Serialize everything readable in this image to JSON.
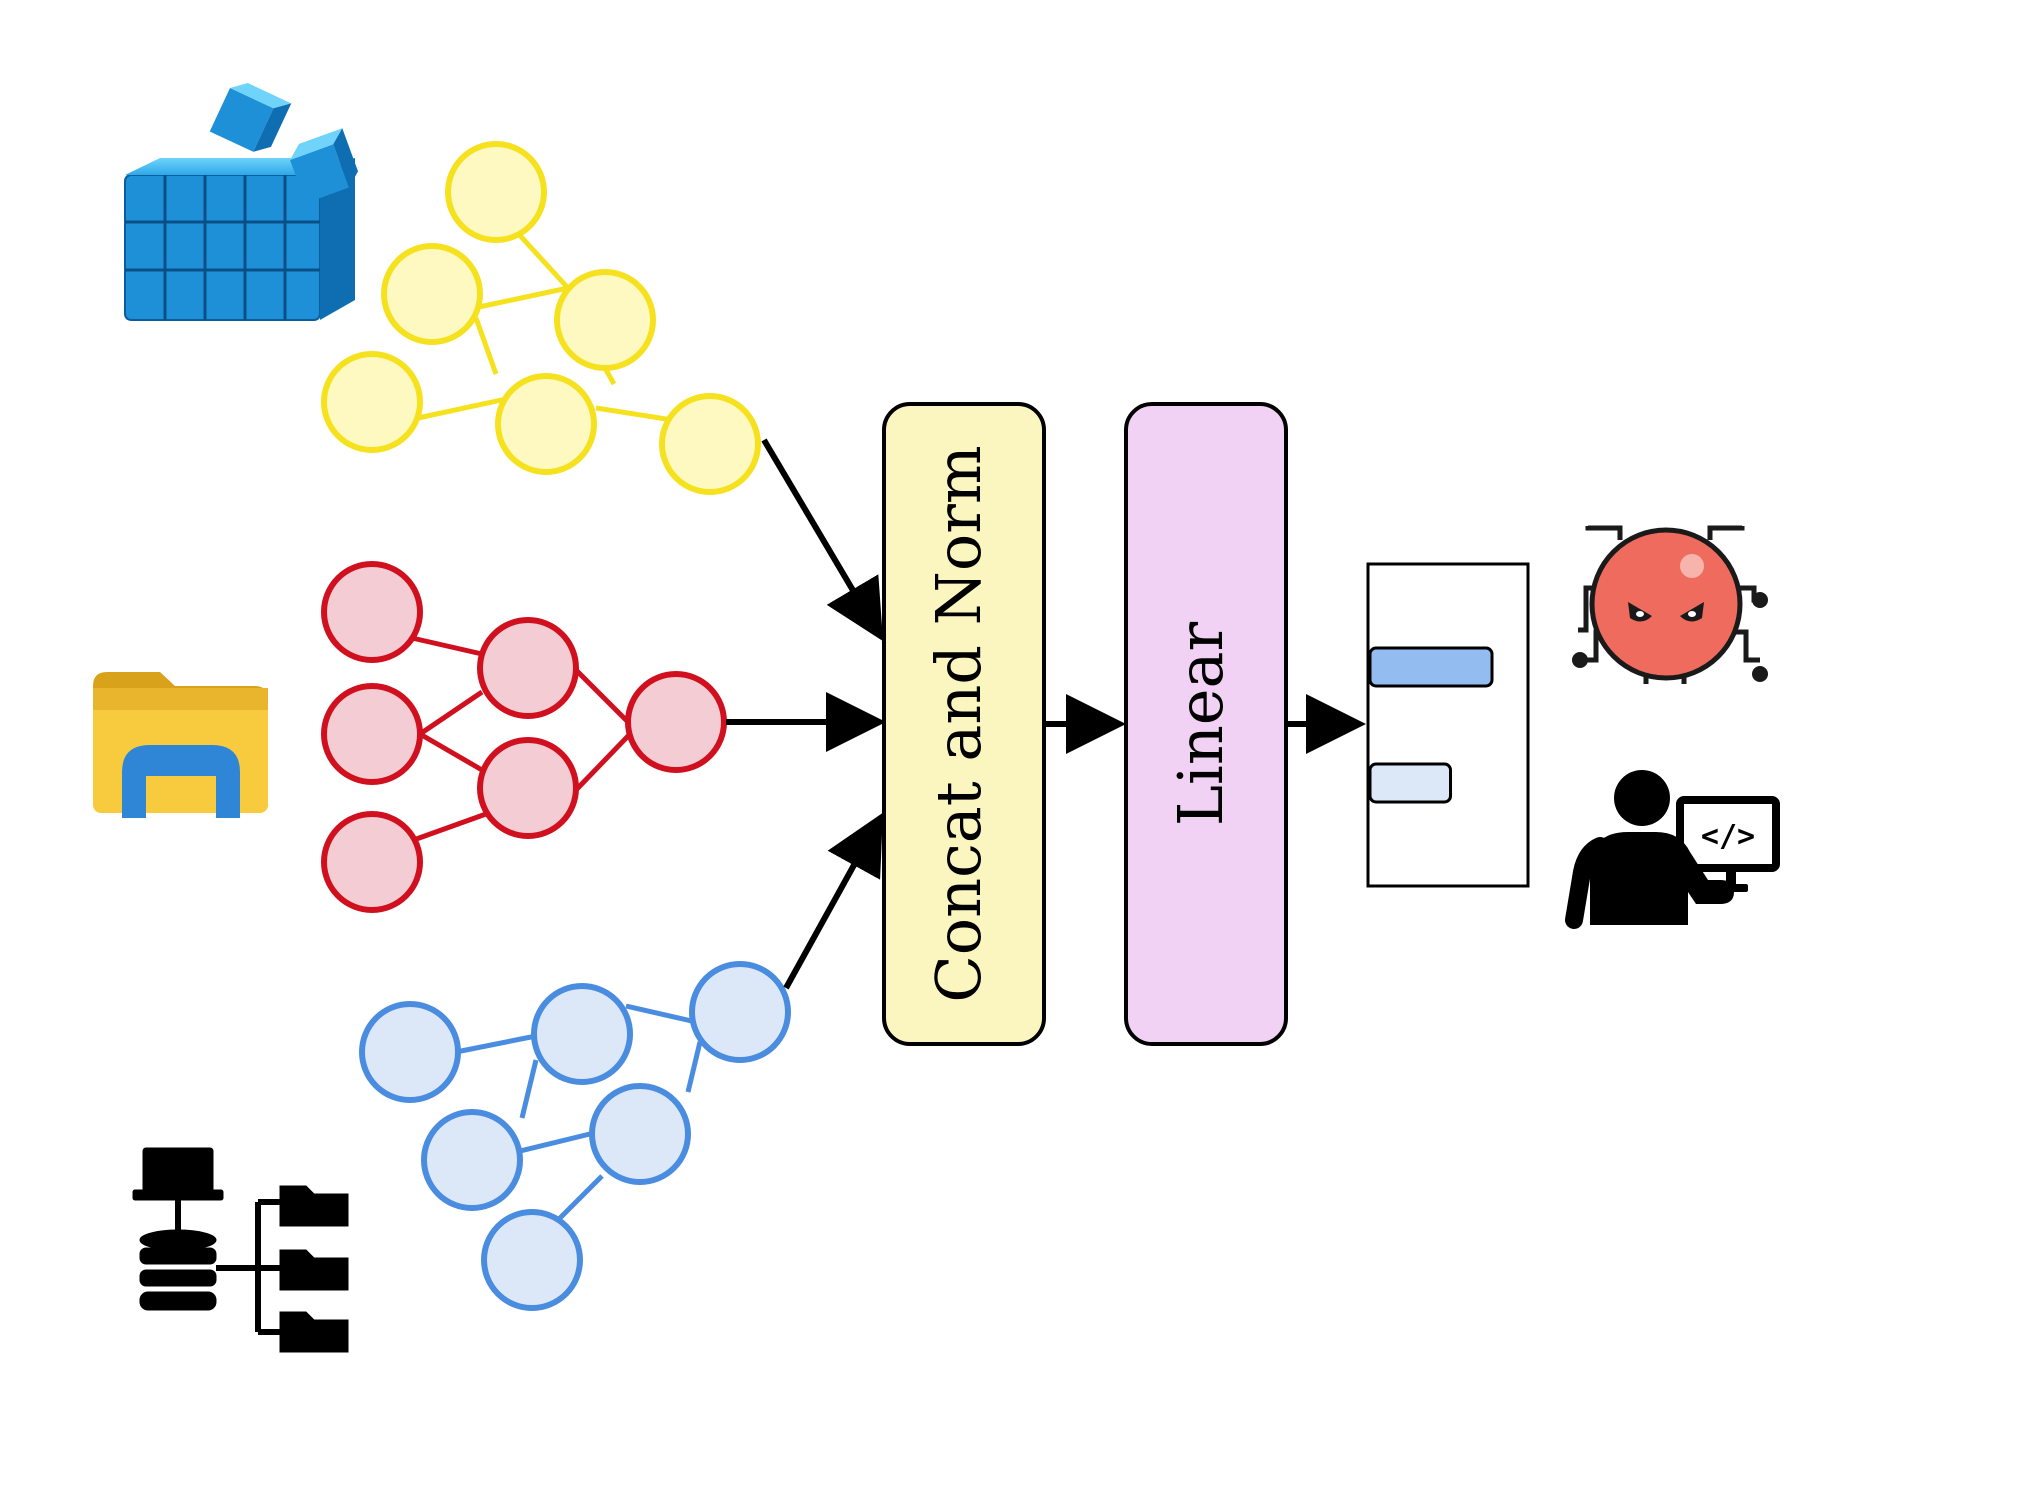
{
  "blocks": {
    "concat_norm": {
      "label": "Concat and Norm",
      "fill": "#FBF6C0"
    },
    "linear": {
      "label": "Linear",
      "fill": "#F1D2F5"
    }
  },
  "graphs": {
    "yellow": {
      "stroke": "#F5E11E",
      "fill": "#FDF9C0"
    },
    "red": {
      "stroke": "#D0101E",
      "fill": "#F4CCD3"
    },
    "blue": {
      "stroke": "#4A8CDF",
      "fill": "#DCE8F8"
    }
  },
  "output": {
    "bars": [
      {
        "value": 1.0,
        "fill": "#93BDF0"
      },
      {
        "value": 0.66,
        "fill": "#DCE8F8"
      }
    ]
  },
  "icons": {
    "registry": "registry-cubes-icon",
    "folder": "file-explorer-folder-icon",
    "database": "database-tree-icon",
    "malware": "malware-bug-icon",
    "developer": "developer-computer-icon"
  }
}
